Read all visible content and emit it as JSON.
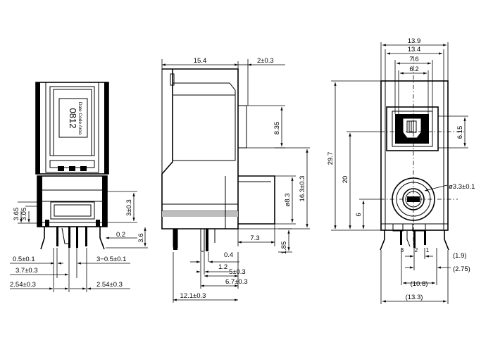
{
  "front_view": {
    "label_part": "0812",
    "label_code": "Date Code Area",
    "dims": {
      "h_3_65": "3.65",
      "h_3_05": "3.05",
      "d_3_03": "3±0.3",
      "d_0_2": "0.2",
      "d_3_6": "3.6",
      "d_0_5": "0.5±0.1",
      "d_3_7": "3.7±0.3",
      "d_2_54_l": "2.54±0.3",
      "d_3_05_01": "3−0.5±0.1",
      "d_2_54_r": "2.54±0.3"
    }
  },
  "side_view": {
    "dims": {
      "w_15_4": "15.4",
      "w_2_03": "2±0.3",
      "h_8_35": "8.35",
      "h_16_3": "16.3±0.3",
      "dia_8_3": "ø8.3",
      "w_7_3": "7.3",
      "h_1_85": "1.85",
      "w_0_4": "0.4",
      "w_1_2": "1.2",
      "w_5_03": "5±0.3",
      "w_6_7": "6.7±0.3",
      "w_12_1": "12.1±0.3"
    }
  },
  "rear_view": {
    "dims": {
      "w_13_9": "13.9",
      "w_13_4": "13.4",
      "w_7_6": "7.6",
      "w_6_2": "6.2",
      "h_6_15": "6.15",
      "h_29_7": "29.7",
      "h_20": "20",
      "h_6": "6",
      "dia_3_3": "ø3.3±0.1",
      "r_1_9": "(1.9)",
      "r_2_75": "(2.75)",
      "r_10_8": "(10.8)",
      "r_13_3": "(13.3)"
    },
    "pin_labels": [
      "3",
      "2",
      "1"
    ]
  }
}
